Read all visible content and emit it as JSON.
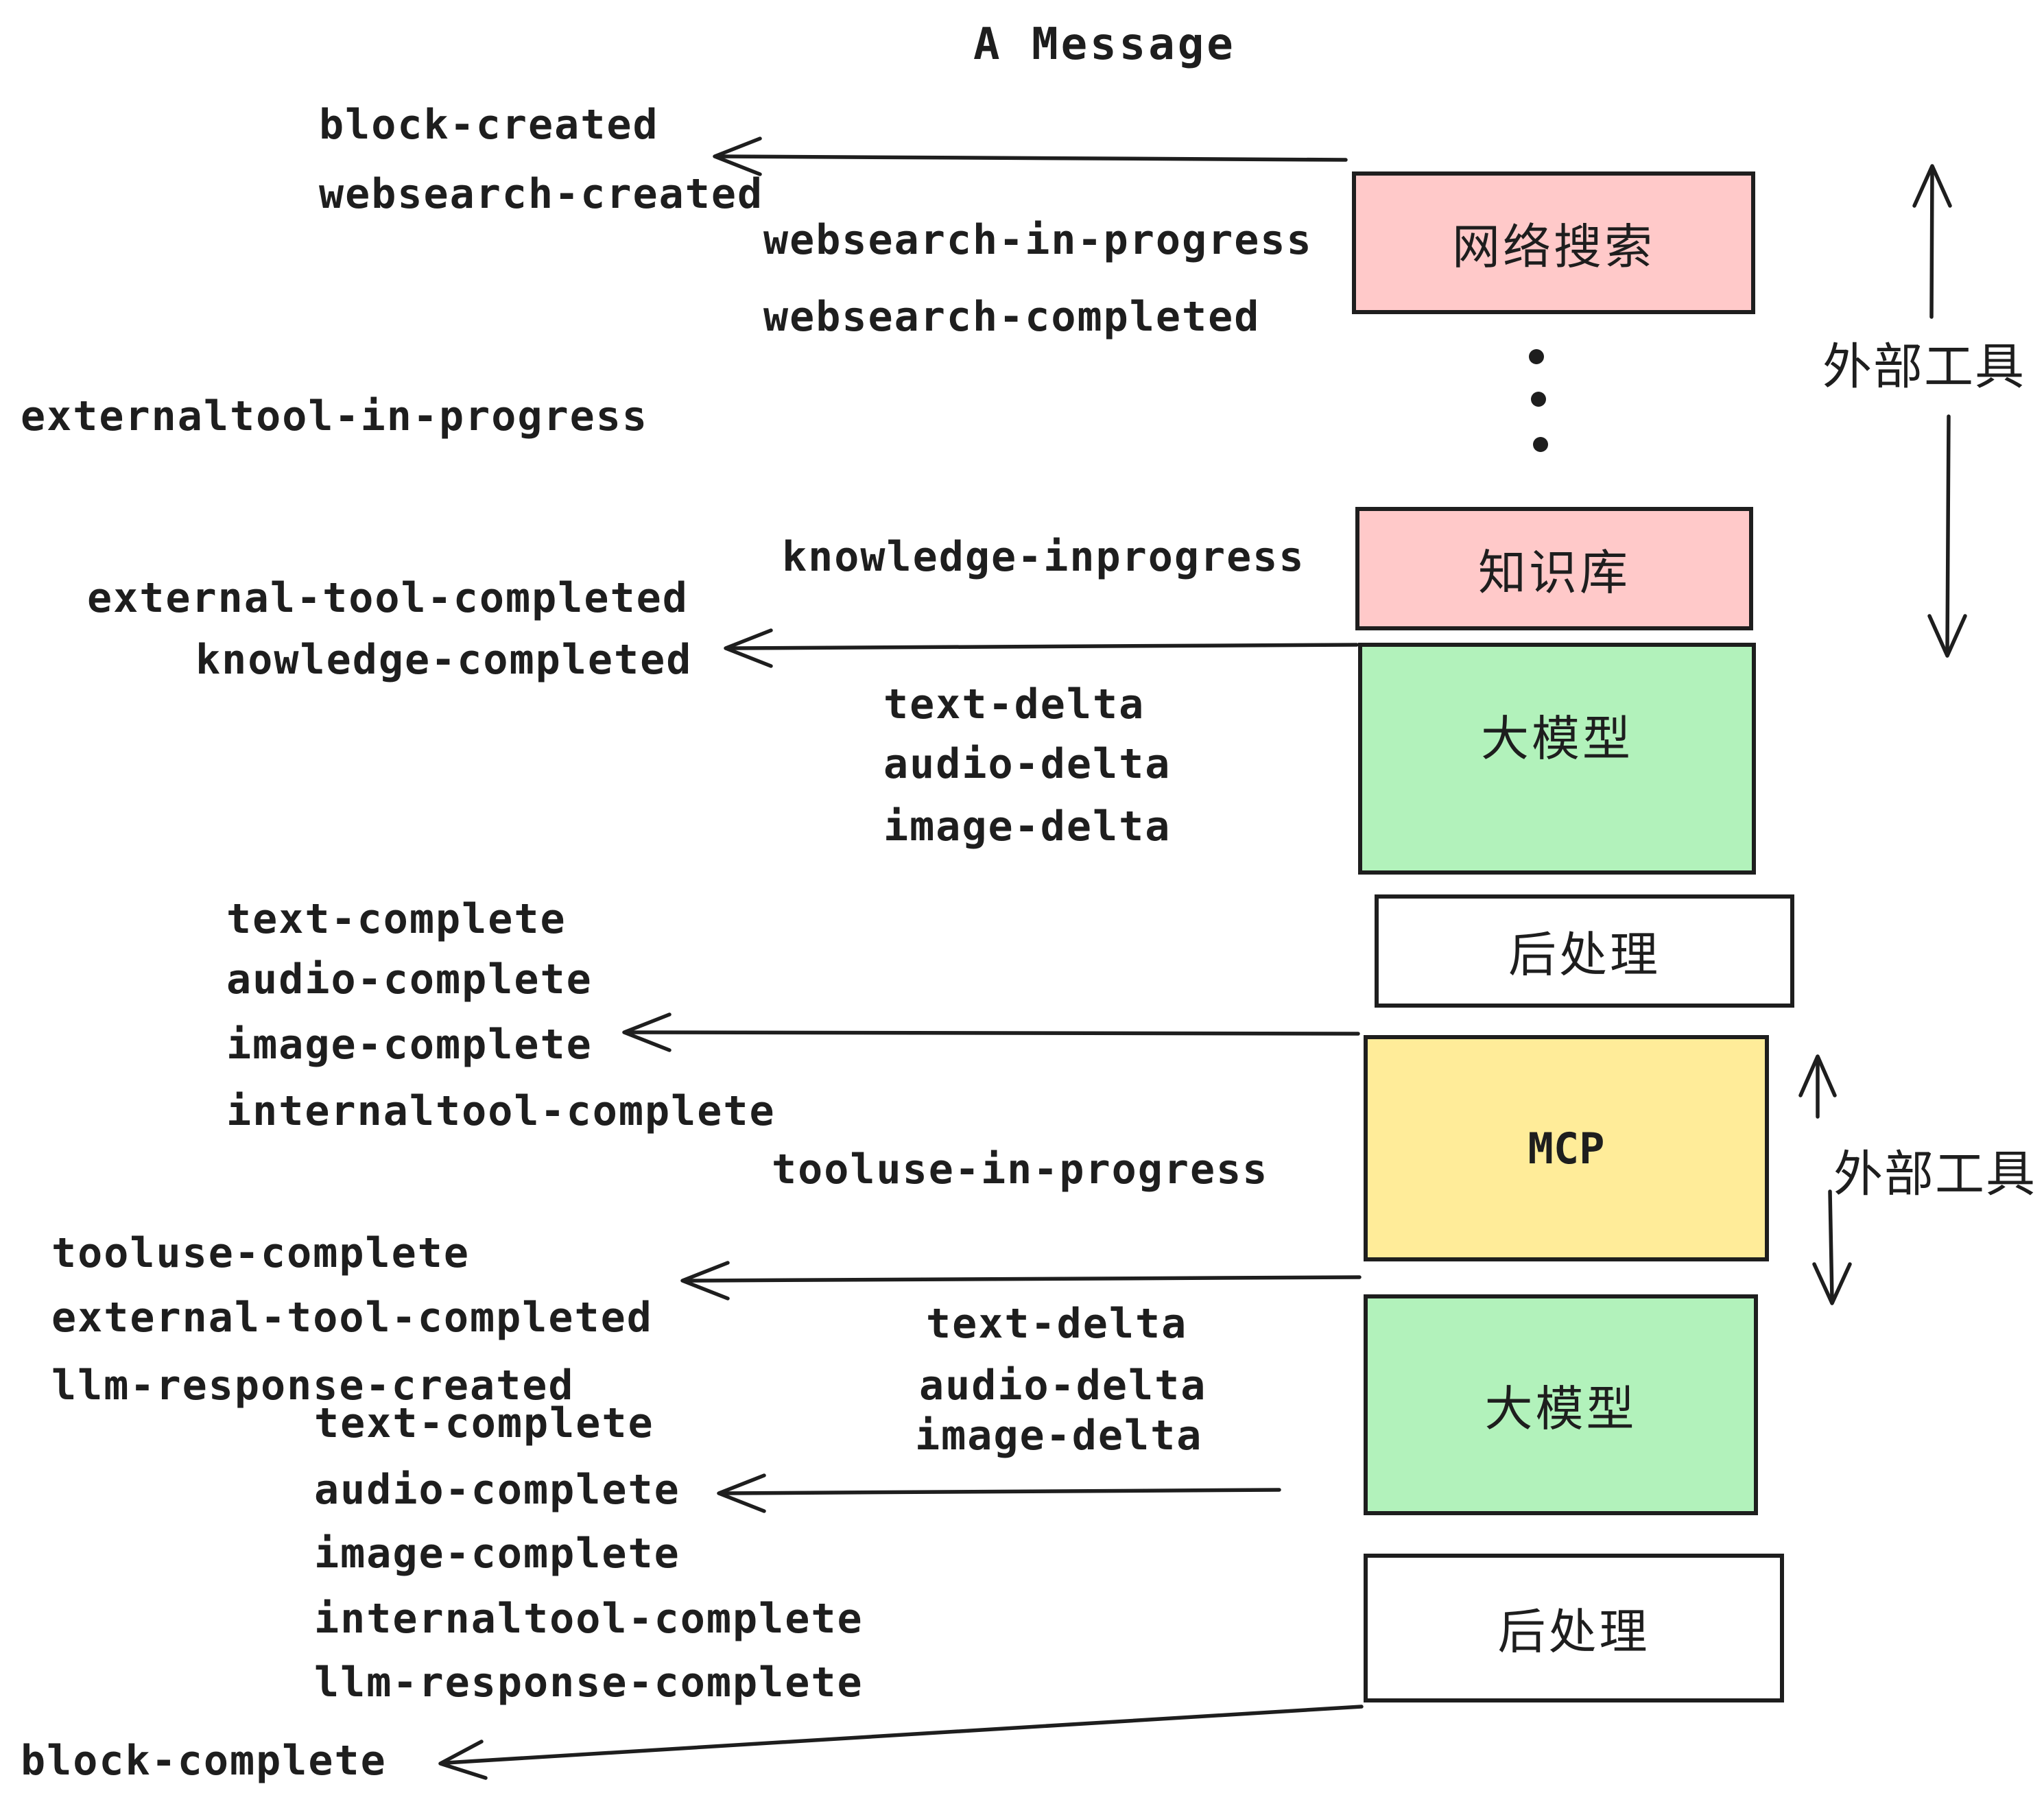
{
  "title": "A Message",
  "events": {
    "block_created": "block-created",
    "websearch_created": "websearch-created",
    "websearch_in_progress": "websearch-in-progress",
    "websearch_completed": "websearch-completed",
    "externaltool_in_progress": "externaltool-in-progress",
    "knowledge_inprogress": "knowledge-inprogress",
    "external_tool_completed_1": "external-tool-completed",
    "knowledge_completed": "knowledge-completed",
    "text_delta_1": "text-delta",
    "audio_delta_1": "audio-delta",
    "image_delta_1": "image-delta",
    "text_complete_1": "text-complete",
    "audio_complete_1": "audio-complete",
    "image_complete_1": "image-complete",
    "internaltool_complete_1": "internaltool-complete",
    "tooluse_in_progress": "tooluse-in-progress",
    "tooluse_complete": "tooluse-complete",
    "external_tool_completed_2": "external-tool-completed",
    "llm_response_created": "llm-response-created",
    "text_delta_2": "text-delta",
    "audio_delta_2": "audio-delta",
    "image_delta_2": "image-delta",
    "text_complete_2": "text-complete",
    "audio_complete_2": "audio-complete",
    "image_complete_2": "image-complete",
    "internaltool_complete_2": "internaltool-complete",
    "llm_response_complete": "llm-response-complete",
    "block_complete": "block-complete"
  },
  "boxes": {
    "websearch": {
      "label": "网络搜索"
    },
    "knowledge": {
      "label": "知识库"
    },
    "llm1": {
      "label": "大模型"
    },
    "postprocess1": {
      "label": "后处理"
    },
    "mcp": {
      "label": "MCP"
    },
    "llm2": {
      "label": "大模型"
    },
    "postprocess2": {
      "label": "后处理"
    }
  },
  "annotations": {
    "external_tools_top": "外部工具",
    "external_tools_bottom": "外部工具"
  },
  "colors": {
    "stroke": "#1e1e1e",
    "pink": "#ffc9c9",
    "green": "#b2f2bb",
    "yellow": "#ffec99",
    "white": "#ffffff"
  }
}
